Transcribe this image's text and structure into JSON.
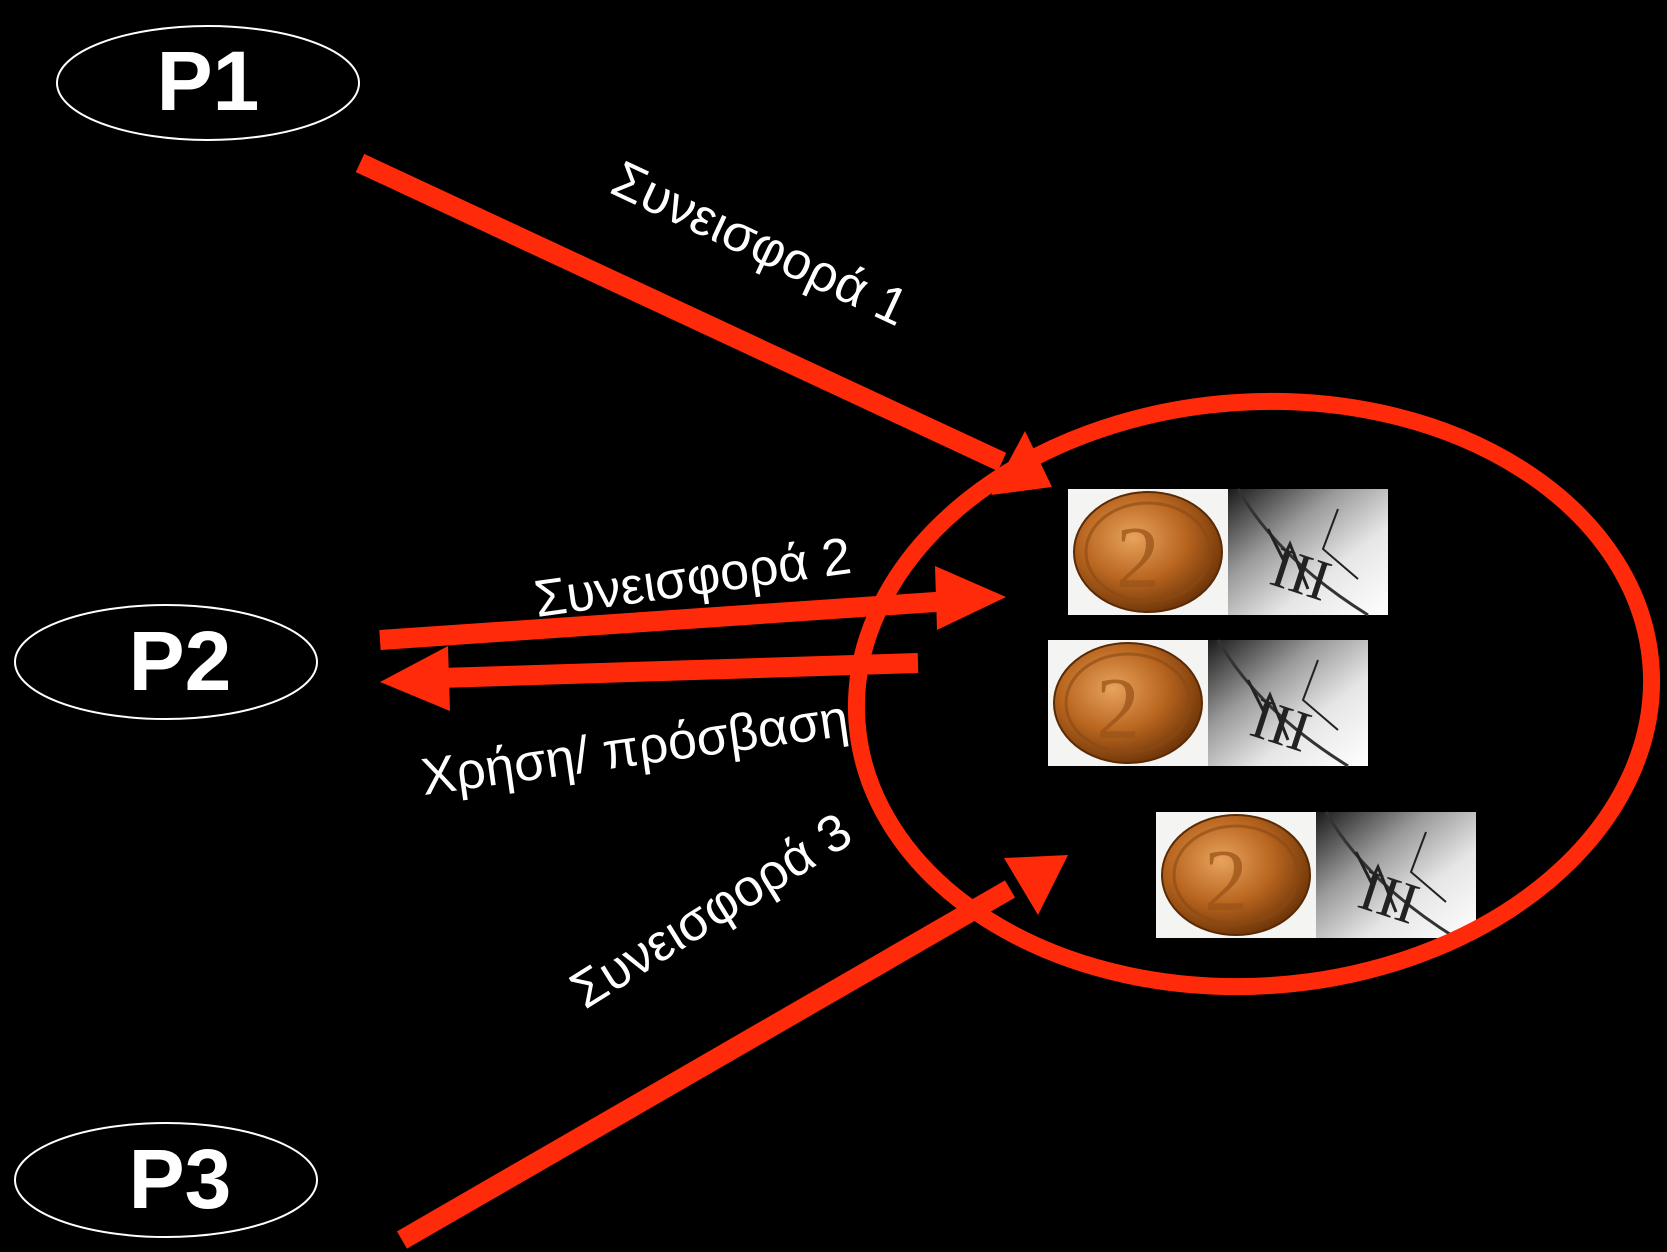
{
  "colors": {
    "background": "#000000",
    "accent": "#ff2a0a",
    "node_outline": "#ffffff",
    "text": "#ffffff"
  },
  "nodes": [
    {
      "id": "p1",
      "label": "P1"
    },
    {
      "id": "p2",
      "label": "P2"
    },
    {
      "id": "p3",
      "label": "P3"
    }
  ],
  "flows": [
    {
      "id": "contribution-1",
      "label": "Συνεισφορά 1",
      "from": "P1",
      "to": "pool"
    },
    {
      "id": "contribution-2",
      "label": "Συνεισφορά 2",
      "from": "P2",
      "to": "pool"
    },
    {
      "id": "use-access",
      "label": "Χρήση/ πρόσβαση",
      "from": "pool",
      "to": "P2"
    },
    {
      "id": "contribution-3",
      "label": "Συνεισφορά 3",
      "from": "P3",
      "to": "pool"
    }
  ],
  "pool": {
    "items": [
      {
        "icons": [
          "coin-icon",
          "clock-icon"
        ]
      },
      {
        "icons": [
          "coin-icon",
          "clock-icon"
        ]
      },
      {
        "icons": [
          "coin-icon",
          "clock-icon"
        ]
      }
    ]
  }
}
